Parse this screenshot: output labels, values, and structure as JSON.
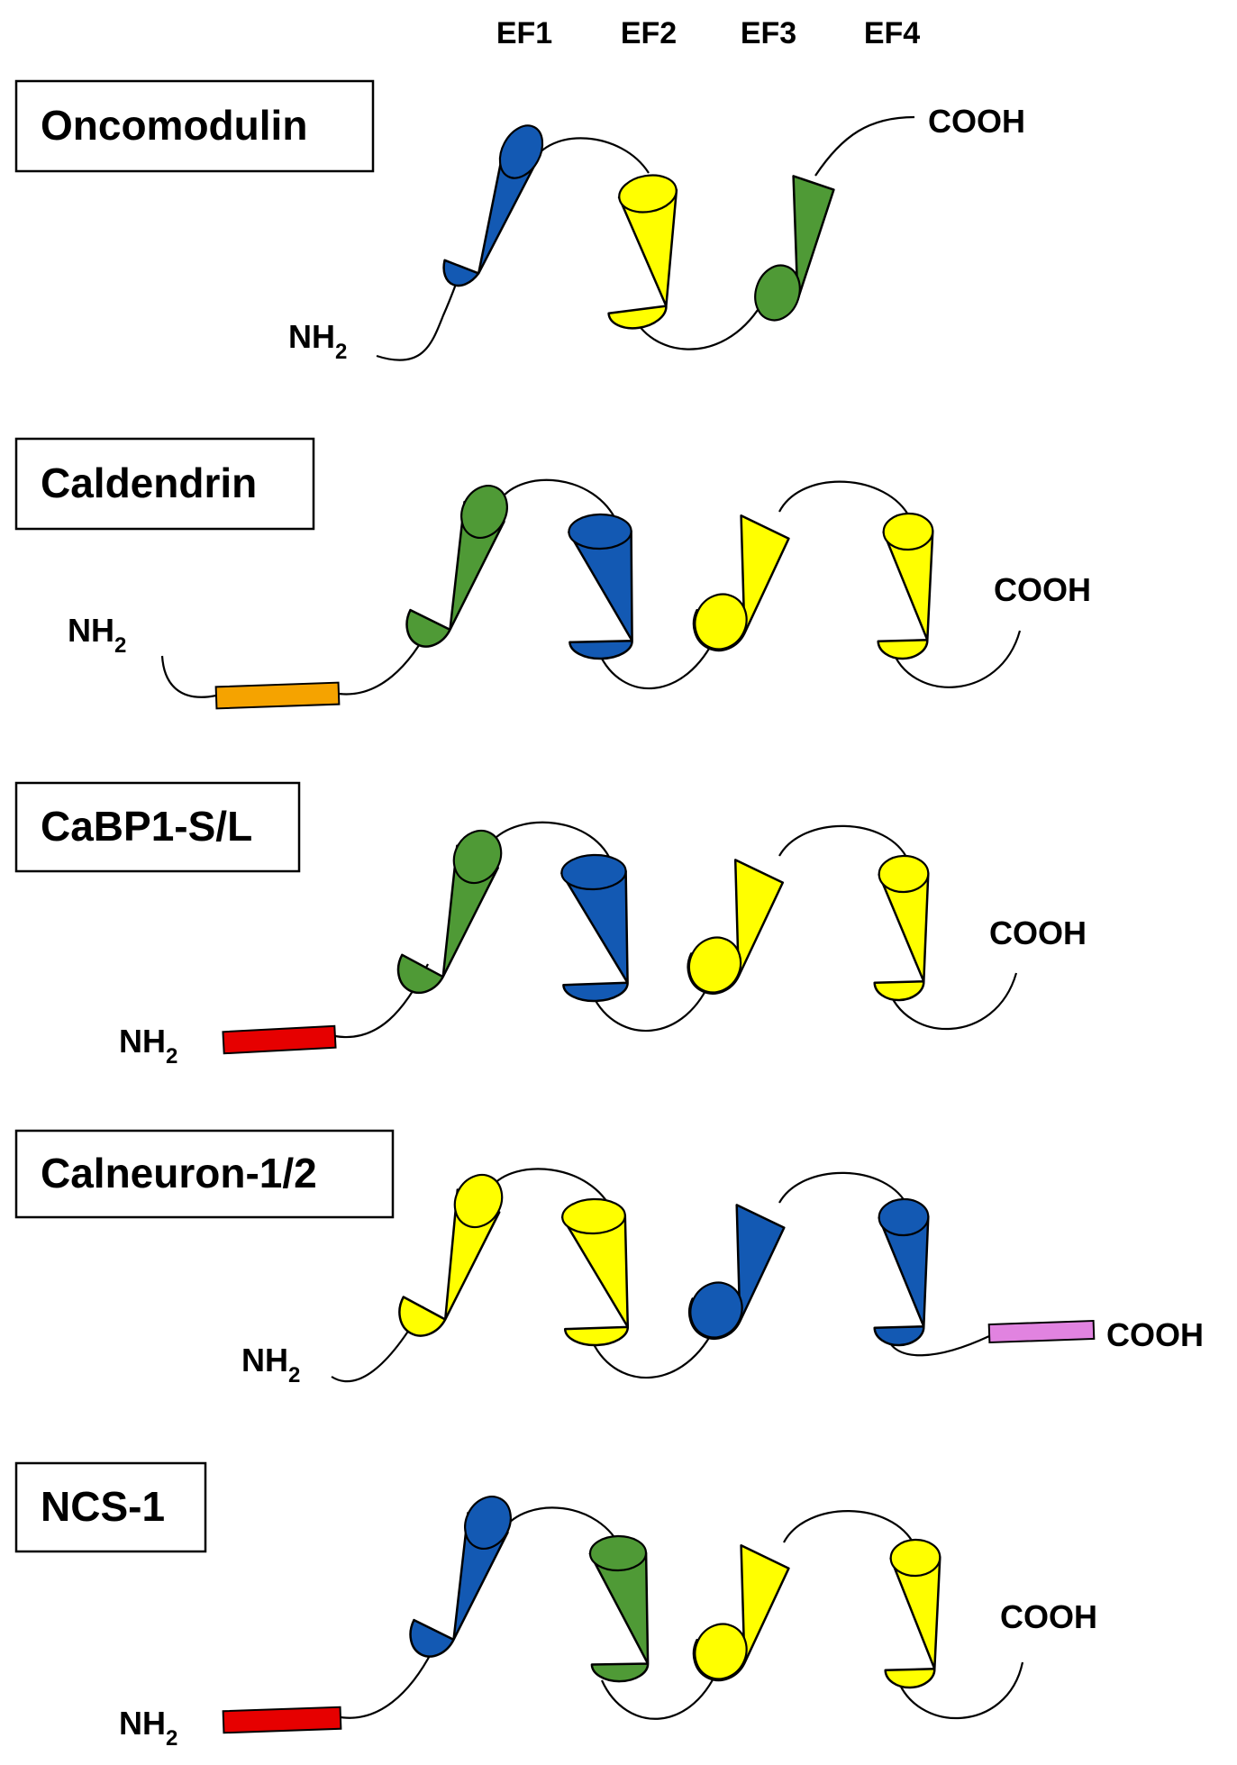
{
  "colors": {
    "blue": "#1359b3",
    "yellow": "#ffff00",
    "green": "#4f9a36",
    "orange": "#f5a300",
    "red": "#e60000",
    "pink": "#e183e0"
  },
  "ef_labels": [
    "EF1",
    "EF2",
    "EF3",
    "EF4"
  ],
  "terminal": {
    "n": "NH",
    "n_sub": "2",
    "c": "COOH"
  },
  "proteins": [
    {
      "name": "Oncomodulin",
      "helices": [
        {
          "color": "blue",
          "cap": "top"
        },
        {
          "color": "yellow",
          "cap": "top"
        },
        {
          "color": "green",
          "cap": "bottom"
        }
      ],
      "n_segment": null,
      "c_segment": null
    },
    {
      "name": "Caldendrin",
      "helices": [
        {
          "color": "green",
          "cap": "top"
        },
        {
          "color": "blue",
          "cap": "top"
        },
        {
          "color": "yellow",
          "cap": "bottom"
        },
        {
          "color": "yellow",
          "cap": "top"
        }
      ],
      "n_segment": "orange",
      "c_segment": null
    },
    {
      "name": "CaBP1-S/L",
      "helices": [
        {
          "color": "green",
          "cap": "top"
        },
        {
          "color": "blue",
          "cap": "top"
        },
        {
          "color": "yellow",
          "cap": "bottom"
        },
        {
          "color": "yellow",
          "cap": "top"
        }
      ],
      "n_segment": "red",
      "c_segment": null
    },
    {
      "name": "Calneuron-1/2",
      "helices": [
        {
          "color": "yellow",
          "cap": "top"
        },
        {
          "color": "yellow",
          "cap": "top"
        },
        {
          "color": "blue",
          "cap": "bottom"
        },
        {
          "color": "blue",
          "cap": "top"
        }
      ],
      "n_segment": null,
      "c_segment": "pink"
    },
    {
      "name": "NCS-1",
      "helices": [
        {
          "color": "blue",
          "cap": "top"
        },
        {
          "color": "green",
          "cap": "top"
        },
        {
          "color": "yellow",
          "cap": "bottom"
        },
        {
          "color": "yellow",
          "cap": "top"
        }
      ],
      "n_segment": "red",
      "c_segment": null
    }
  ]
}
